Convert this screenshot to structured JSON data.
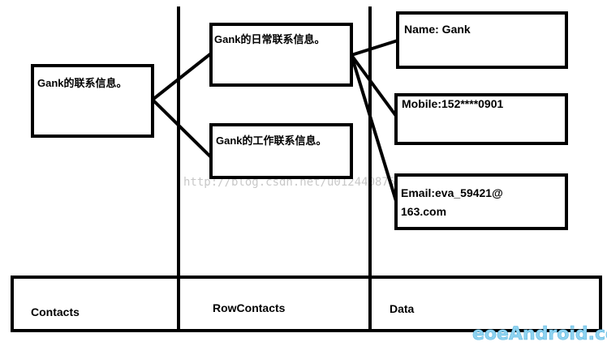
{
  "nodes": {
    "contact": "Gank的联系信息。",
    "daily_contact": "Gank的日常联系信息。",
    "work_contact": "Gank的工作联系信息。",
    "name": "Name: Gank",
    "mobile": "Mobile:152****0901",
    "email_line1": "Email:eva_59421@",
    "email_line2": "163.com"
  },
  "table": {
    "col_contacts": "Contacts",
    "col_rowcontacts": "RowContacts",
    "col_data": "Data"
  },
  "watermark": "http://blog.csdn.net/u012440875",
  "logo": "eoeAndroid.com"
}
